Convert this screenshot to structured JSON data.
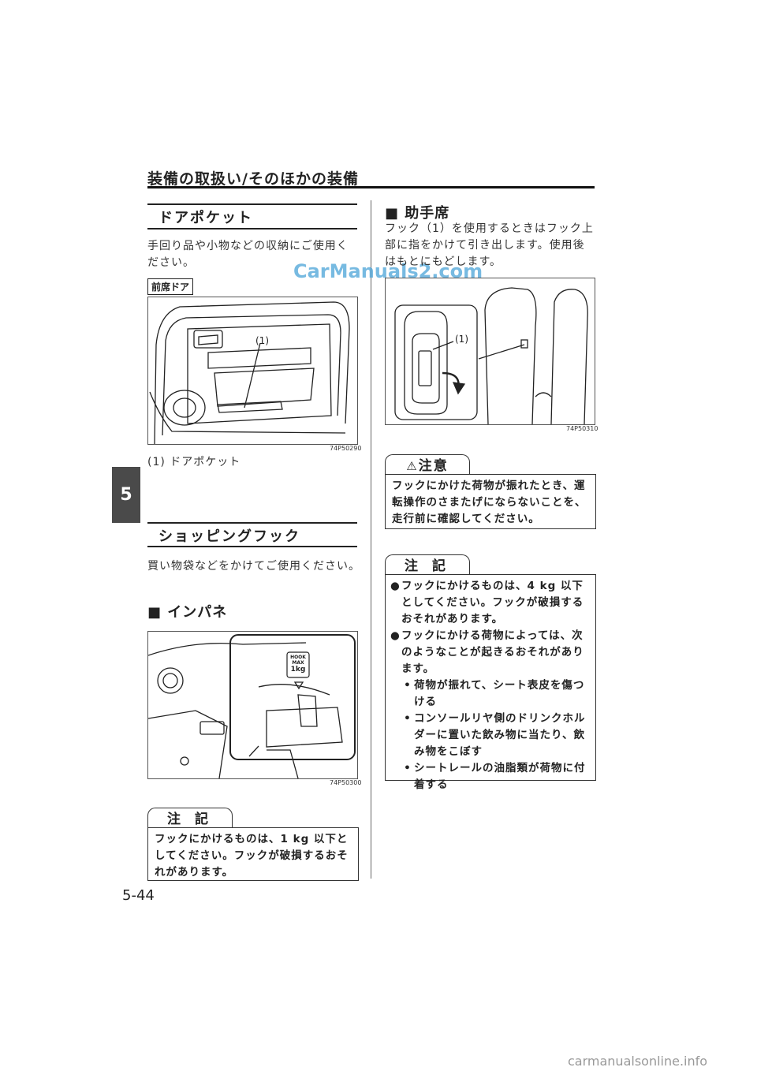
{
  "header": {
    "title": "装備の取扱い/そのほかの装備"
  },
  "chapter_tab": "5",
  "page_number": "5-44",
  "watermark": "CarManuals2.com",
  "footer_watermark": "carmanualsonline.info",
  "left": {
    "door_pocket": {
      "title": "ドアポケット",
      "text": "手回り品や小物などの収納にご使用ください。",
      "tag": "前席ドア",
      "callout": "(1)",
      "fig_code": "74P50290",
      "caption": "(1) ドアポケット"
    },
    "shopping_hook": {
      "title": "ショッピングフック",
      "text": "買い物袋などをかけてご使用ください。",
      "subtitle": "■ インパネ",
      "fig_code": "74P50300",
      "hook_label_1": "HOOK",
      "hook_label_2": "MAX",
      "hook_label_3": "1kg",
      "note_title": "注 記",
      "note_text": "フックにかけるものは、1 kg 以下としてください。フックが破損するおそれがあります。"
    }
  },
  "right": {
    "passenger": {
      "subtitle": "■ 助手席",
      "text": "フック（1）を使用するときはフック上部に指をかけて引き出します。使用後はもとにもどします。",
      "callout": "(1)",
      "fig_code": "74P50310"
    },
    "caution": {
      "title": "注意",
      "text": "フックにかけた荷物が振れたとき、運転操作のさまたげにならないことを、走行前に確認してください。"
    },
    "note": {
      "title": "注 記",
      "items": [
        {
          "bullet": "●",
          "text": "フックにかけるものは、4 kg 以下としてください。フックが破損するおそれがあります。"
        },
        {
          "bullet": "●",
          "text": "フックにかける荷物によっては、次のようなことが起きるおそれがあります。"
        }
      ],
      "subitems": [
        {
          "bullet": "•",
          "text": "荷物が振れて、シート表皮を傷つける"
        },
        {
          "bullet": "•",
          "text": "コンソールリヤ側のドリンクホルダーに置いた飲み物に当たり、飲み物をこぼす"
        },
        {
          "bullet": "•",
          "text": "シートレールの油脂類が荷物に付着する"
        }
      ]
    }
  },
  "colors": {
    "tab_bg": "#4a4a4a",
    "watermark": "#4aa3d8",
    "rule": "#111111"
  }
}
